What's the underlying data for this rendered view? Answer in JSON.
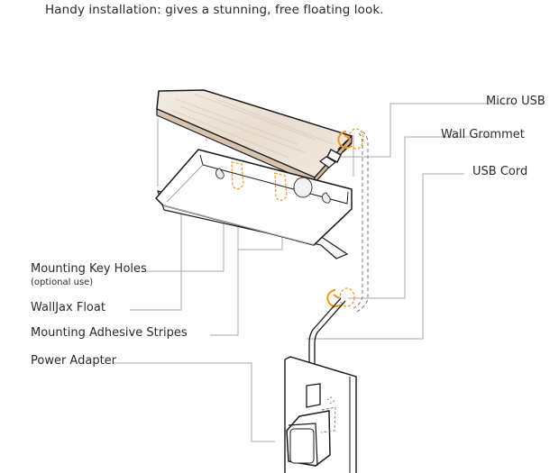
{
  "headline": "Handy installation: gives a stunning, free floating look.",
  "labels": {
    "micro_usb": "Micro USB",
    "wall_grommet": "Wall Grommet",
    "usb_cord": "USB Cord",
    "key_holes": "Mounting Key Holes",
    "key_holes_note": "(optional use)",
    "float": "WallJax Float",
    "adhesive": "Mounting Adhesive Stripes",
    "adapter": "Power Adapter"
  },
  "colors": {
    "accent": "#f0961e",
    "leader": "#a8a8a8",
    "outline": "#1a1a1a",
    "wood": "#efe6dc"
  }
}
